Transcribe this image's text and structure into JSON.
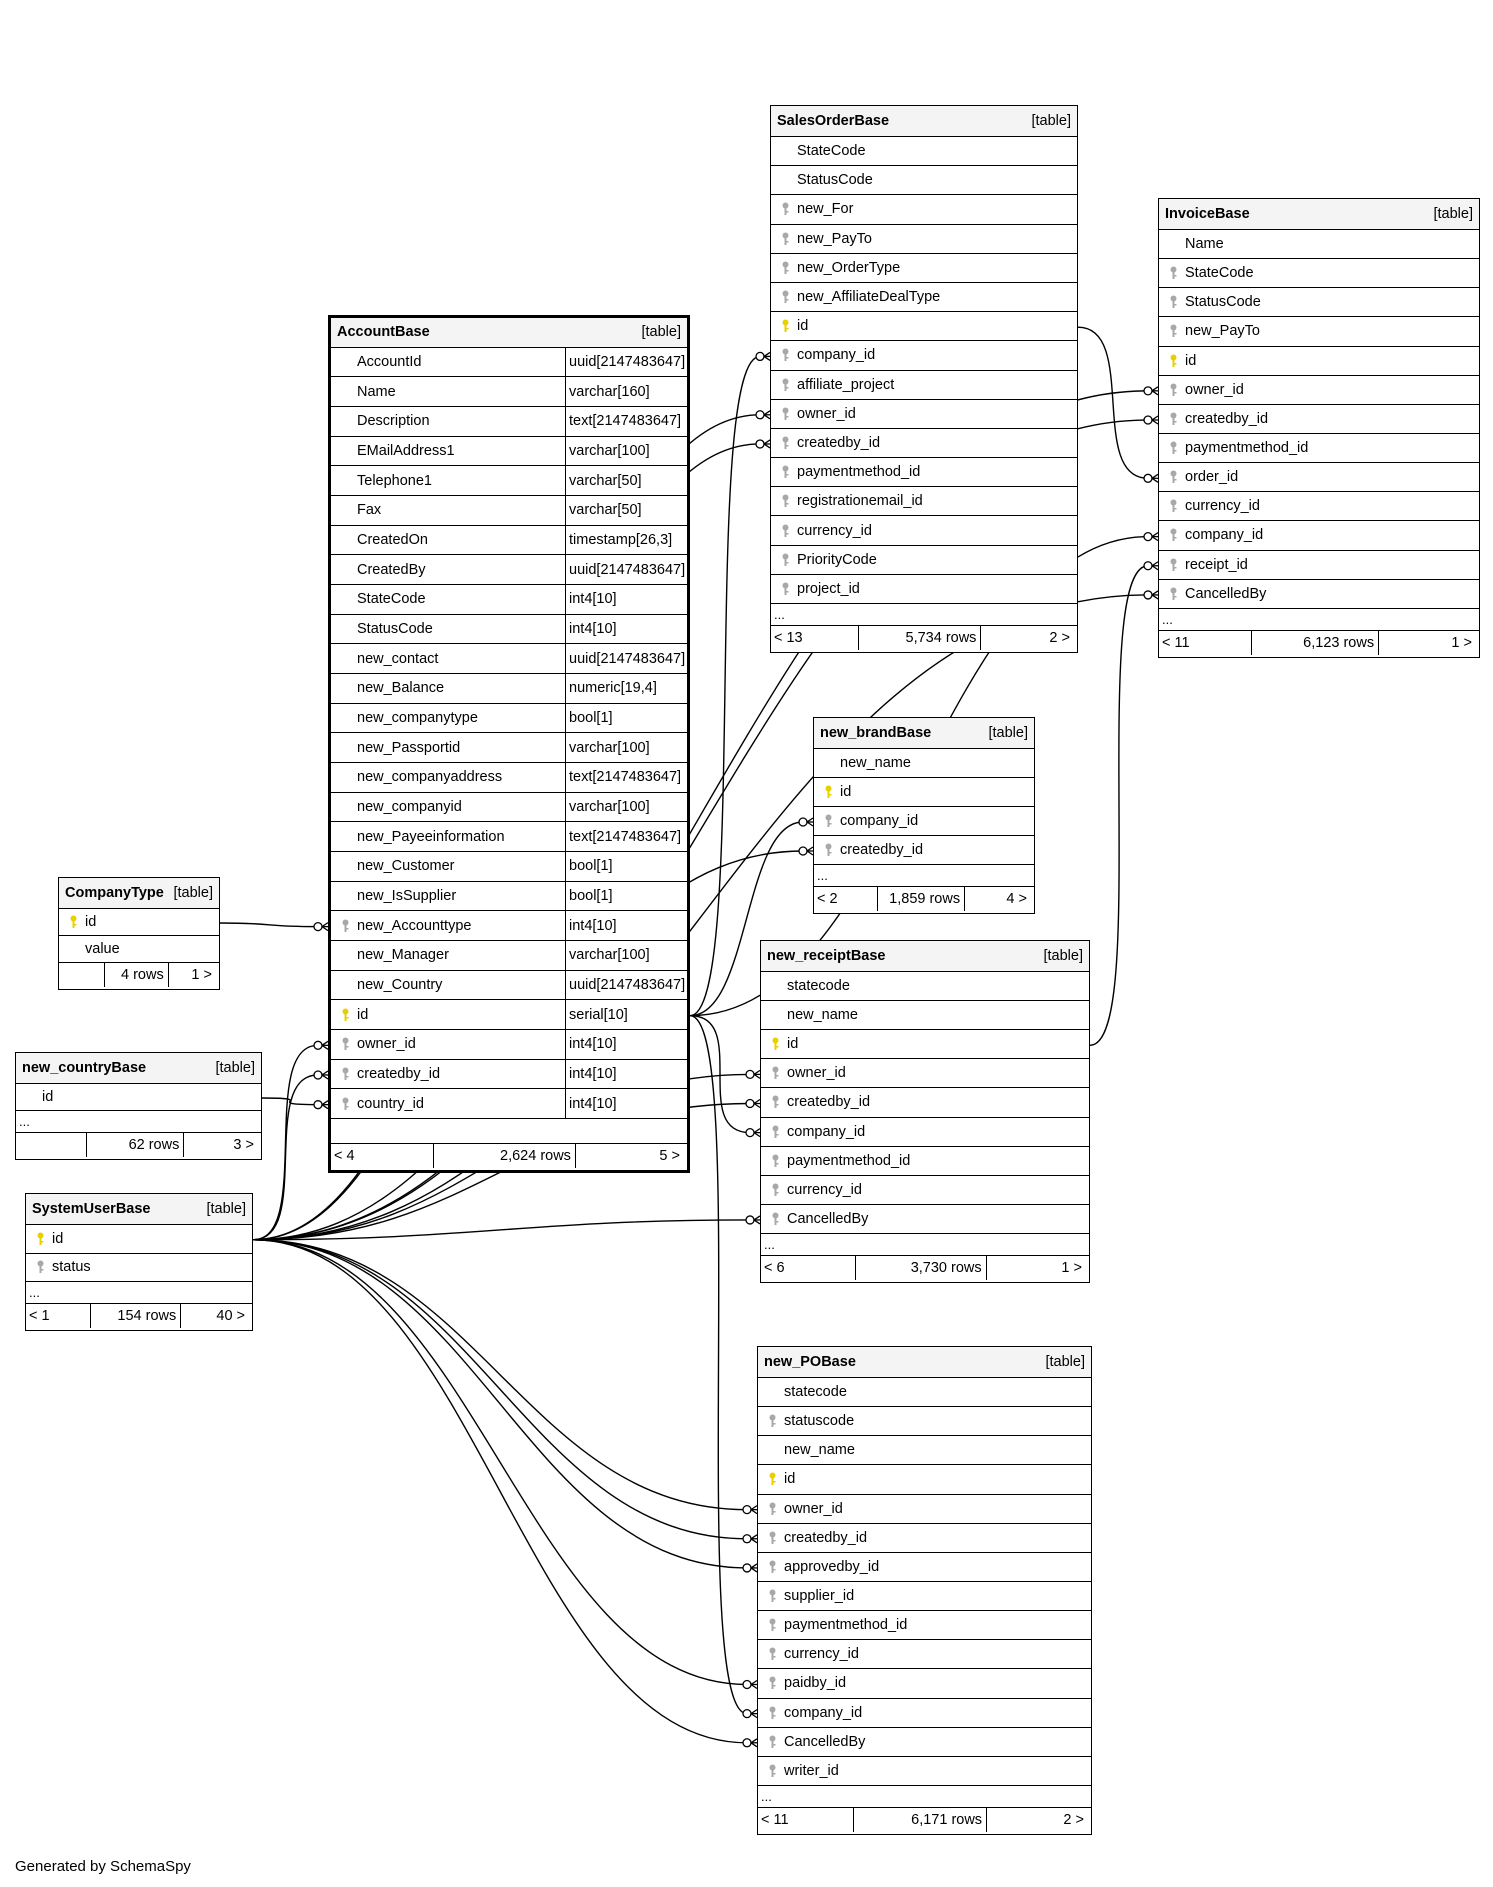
{
  "footer": {
    "generated_by": "Generated by SchemaSpy"
  },
  "colors": {
    "primary_key": "#e8d000",
    "foreign_key": "#a8a8a8",
    "header_bg": "#f4f4f4",
    "line": "#000000"
  },
  "tables": [
    {
      "name": "SalesOrderBase",
      "type": "[table]",
      "focus": false,
      "columns": [
        {
          "name": "StateCode",
          "key": "none"
        },
        {
          "name": "StatusCode",
          "key": "none"
        },
        {
          "name": "new_For",
          "key": "fk"
        },
        {
          "name": "new_PayTo",
          "key": "fk"
        },
        {
          "name": "new_OrderType",
          "key": "fk"
        },
        {
          "name": "new_AffiliateDealType",
          "key": "fk"
        },
        {
          "name": "id",
          "key": "pk"
        },
        {
          "name": "company_id",
          "key": "fk"
        },
        {
          "name": "affiliate_project",
          "key": "fk"
        },
        {
          "name": "owner_id",
          "key": "fk"
        },
        {
          "name": "createdby_id",
          "key": "fk"
        },
        {
          "name": "paymentmethod_id",
          "key": "fk"
        },
        {
          "name": "registrationemail_id",
          "key": "fk"
        },
        {
          "name": "currency_id",
          "key": "fk"
        },
        {
          "name": "PriorityCode",
          "key": "fk"
        },
        {
          "name": "project_id",
          "key": "fk"
        }
      ],
      "ellipsis": "...",
      "footer": {
        "parents": "< 13",
        "rows": "5,734 rows",
        "children": "2 >"
      }
    },
    {
      "name": "InvoiceBase",
      "type": "[table]",
      "focus": false,
      "columns": [
        {
          "name": "Name",
          "key": "none"
        },
        {
          "name": "StateCode",
          "key": "fk"
        },
        {
          "name": "StatusCode",
          "key": "fk"
        },
        {
          "name": "new_PayTo",
          "key": "fk"
        },
        {
          "name": "id",
          "key": "pk"
        },
        {
          "name": "owner_id",
          "key": "fk"
        },
        {
          "name": "createdby_id",
          "key": "fk"
        },
        {
          "name": "paymentmethod_id",
          "key": "fk"
        },
        {
          "name": "order_id",
          "key": "fk"
        },
        {
          "name": "currency_id",
          "key": "fk"
        },
        {
          "name": "company_id",
          "key": "fk"
        },
        {
          "name": "receipt_id",
          "key": "fk"
        },
        {
          "name": "CancelledBy",
          "key": "fk"
        }
      ],
      "ellipsis": "...",
      "footer": {
        "parents": "< 11",
        "rows": "6,123 rows",
        "children": "1 >"
      }
    },
    {
      "name": "AccountBase",
      "type": "[table]",
      "focus": true,
      "columns": [
        {
          "name": "AccountId",
          "key": "none",
          "type": "uuid[2147483647]"
        },
        {
          "name": "Name",
          "key": "none",
          "type": "varchar[160]"
        },
        {
          "name": "Description",
          "key": "none",
          "type": "text[2147483647]"
        },
        {
          "name": "EMailAddress1",
          "key": "none",
          "type": "varchar[100]"
        },
        {
          "name": "Telephone1",
          "key": "none",
          "type": "varchar[50]"
        },
        {
          "name": "Fax",
          "key": "none",
          "type": "varchar[50]"
        },
        {
          "name": "CreatedOn",
          "key": "none",
          "type": "timestamp[26,3]"
        },
        {
          "name": "CreatedBy",
          "key": "none",
          "type": "uuid[2147483647]"
        },
        {
          "name": "StateCode",
          "key": "none",
          "type": "int4[10]"
        },
        {
          "name": "StatusCode",
          "key": "none",
          "type": "int4[10]"
        },
        {
          "name": "new_contact",
          "key": "none",
          "type": "uuid[2147483647]"
        },
        {
          "name": "new_Balance",
          "key": "none",
          "type": "numeric[19,4]"
        },
        {
          "name": "new_companytype",
          "key": "none",
          "type": "bool[1]"
        },
        {
          "name": "new_Passportid",
          "key": "none",
          "type": "varchar[100]"
        },
        {
          "name": "new_companyaddress",
          "key": "none",
          "type": "text[2147483647]"
        },
        {
          "name": "new_companyid",
          "key": "none",
          "type": "varchar[100]"
        },
        {
          "name": "new_Payeeinformation",
          "key": "none",
          "type": "text[2147483647]"
        },
        {
          "name": "new_Customer",
          "key": "none",
          "type": "bool[1]"
        },
        {
          "name": "new_IsSupplier",
          "key": "none",
          "type": "bool[1]"
        },
        {
          "name": "new_Accounttype",
          "key": "fk",
          "type": "int4[10]"
        },
        {
          "name": "new_Manager",
          "key": "none",
          "type": "varchar[100]"
        },
        {
          "name": "new_Country",
          "key": "none",
          "type": "uuid[2147483647]"
        },
        {
          "name": "id",
          "key": "pk",
          "type": "serial[10]"
        },
        {
          "name": "owner_id",
          "key": "fk",
          "type": "int4[10]"
        },
        {
          "name": "createdby_id",
          "key": "fk",
          "type": "int4[10]"
        },
        {
          "name": "country_id",
          "key": "fk",
          "type": "int4[10]"
        }
      ],
      "ellipsis": "",
      "footer": {
        "parents": "< 4",
        "rows": "2,624 rows",
        "children": "5 >"
      }
    },
    {
      "name": "new_brandBase",
      "type": "[table]",
      "focus": false,
      "columns": [
        {
          "name": "new_name",
          "key": "none"
        },
        {
          "name": "id",
          "key": "pk"
        },
        {
          "name": "company_id",
          "key": "fk"
        },
        {
          "name": "createdby_id",
          "key": "fk"
        }
      ],
      "ellipsis": "...",
      "footer": {
        "parents": "< 2",
        "rows": "1,859 rows",
        "children": "4 >"
      }
    },
    {
      "name": "CompanyType",
      "type": "[table]",
      "focus": false,
      "columns": [
        {
          "name": "id",
          "key": "pk"
        },
        {
          "name": "value",
          "key": "none"
        }
      ],
      "ellipsis": "",
      "footer": {
        "parents": "",
        "rows": "4 rows",
        "children": "1 >"
      }
    },
    {
      "name": "new_receiptBase",
      "type": "[table]",
      "focus": false,
      "columns": [
        {
          "name": "statecode",
          "key": "none"
        },
        {
          "name": "new_name",
          "key": "none"
        },
        {
          "name": "id",
          "key": "pk"
        },
        {
          "name": "owner_id",
          "key": "fk"
        },
        {
          "name": "createdby_id",
          "key": "fk"
        },
        {
          "name": "company_id",
          "key": "fk"
        },
        {
          "name": "paymentmethod_id",
          "key": "fk"
        },
        {
          "name": "currency_id",
          "key": "fk"
        },
        {
          "name": "CancelledBy",
          "key": "fk"
        }
      ],
      "ellipsis": "...",
      "footer": {
        "parents": "< 6",
        "rows": "3,730 rows",
        "children": "1 >"
      }
    },
    {
      "name": "new_countryBase",
      "type": "[table]",
      "focus": false,
      "columns": [
        {
          "name": "id",
          "key": "none"
        }
      ],
      "ellipsis": "...",
      "footer": {
        "parents": "",
        "rows": "62 rows",
        "children": "3 >"
      }
    },
    {
      "name": "SystemUserBase",
      "type": "[table]",
      "focus": false,
      "columns": [
        {
          "name": "id",
          "key": "pk"
        },
        {
          "name": "status",
          "key": "fk"
        }
      ],
      "ellipsis": "...",
      "footer": {
        "parents": "< 1",
        "rows": "154 rows",
        "children": "40 >"
      }
    },
    {
      "name": "new_POBase",
      "type": "[table]",
      "focus": false,
      "columns": [
        {
          "name": "statecode",
          "key": "none"
        },
        {
          "name": "statuscode",
          "key": "fk"
        },
        {
          "name": "new_name",
          "key": "none"
        },
        {
          "name": "id",
          "key": "pk"
        },
        {
          "name": "owner_id",
          "key": "fk"
        },
        {
          "name": "createdby_id",
          "key": "fk"
        },
        {
          "name": "approvedby_id",
          "key": "fk"
        },
        {
          "name": "supplier_id",
          "key": "fk"
        },
        {
          "name": "paymentmethod_id",
          "key": "fk"
        },
        {
          "name": "currency_id",
          "key": "fk"
        },
        {
          "name": "paidby_id",
          "key": "fk"
        },
        {
          "name": "company_id",
          "key": "fk"
        },
        {
          "name": "CancelledBy",
          "key": "fk"
        },
        {
          "name": "writer_id",
          "key": "fk"
        }
      ],
      "ellipsis": "...",
      "footer": {
        "parents": "< 11",
        "rows": "6,171 rows",
        "children": "2 >"
      }
    }
  ],
  "relationships": [
    {
      "from": "SystemUserBase.id",
      "to": "AccountBase.owner_id"
    },
    {
      "from": "SystemUserBase.id",
      "to": "AccountBase.createdby_id"
    },
    {
      "from": "new_countryBase.id",
      "to": "AccountBase.country_id"
    },
    {
      "from": "CompanyType.id",
      "to": "AccountBase.new_Accounttype"
    },
    {
      "from": "AccountBase.id",
      "to": "SalesOrderBase.company_id"
    },
    {
      "from": "SystemUserBase.id",
      "to": "SalesOrderBase.owner_id"
    },
    {
      "from": "SystemUserBase.id",
      "to": "SalesOrderBase.createdby_id"
    },
    {
      "from": "SystemUserBase.id",
      "to": "InvoiceBase.owner_id"
    },
    {
      "from": "SystemUserBase.id",
      "to": "InvoiceBase.createdby_id"
    },
    {
      "from": "SalesOrderBase.id",
      "to": "InvoiceBase.order_id"
    },
    {
      "from": "AccountBase.id",
      "to": "InvoiceBase.company_id"
    },
    {
      "from": "new_receiptBase.id",
      "to": "InvoiceBase.receipt_id"
    },
    {
      "from": "SystemUserBase.id",
      "to": "InvoiceBase.CancelledBy"
    },
    {
      "from": "AccountBase.id",
      "to": "new_brandBase.company_id"
    },
    {
      "from": "SystemUserBase.id",
      "to": "new_brandBase.createdby_id"
    },
    {
      "from": "SystemUserBase.id",
      "to": "new_receiptBase.owner_id"
    },
    {
      "from": "SystemUserBase.id",
      "to": "new_receiptBase.createdby_id"
    },
    {
      "from": "AccountBase.id",
      "to": "new_receiptBase.company_id"
    },
    {
      "from": "SystemUserBase.id",
      "to": "new_receiptBase.CancelledBy"
    },
    {
      "from": "SystemUserBase.id",
      "to": "new_POBase.owner_id"
    },
    {
      "from": "SystemUserBase.id",
      "to": "new_POBase.createdby_id"
    },
    {
      "from": "SystemUserBase.id",
      "to": "new_POBase.approvedby_id"
    },
    {
      "from": "SystemUserBase.id",
      "to": "new_POBase.paidby_id"
    },
    {
      "from": "AccountBase.id",
      "to": "new_POBase.company_id"
    },
    {
      "from": "SystemUserBase.id",
      "to": "new_POBase.CancelledBy"
    }
  ]
}
